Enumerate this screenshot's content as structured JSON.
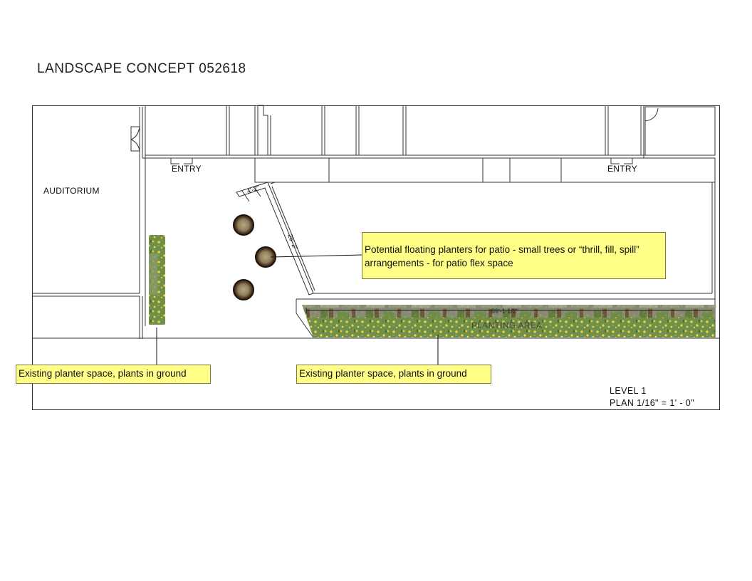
{
  "title": "LANDSCAPE CONCEPT 052618",
  "labels": {
    "auditorium": "AUDITORIUM",
    "entry_left": "ENTRY",
    "entry_right": "ENTRY",
    "planting_area": "PLANTING AREA",
    "dim_short": "4'-2\"",
    "dim_diag": "25'-2\"",
    "dim_long": "89'-1 1/2\""
  },
  "notes": {
    "floating_planters": "Potential floating planters for patio - small trees or “thrill, fill, spill” arrangements - for patio flex space",
    "existing_left": "Existing planter space, plants in ground",
    "existing_right": "Existing planter space, plants in ground"
  },
  "sheet": {
    "level": "LEVEL 1",
    "scale": "PLAN 1/16\" = 1' - 0\""
  },
  "colors": {
    "note_fill": "#ffff88",
    "planting_green": "#6f8f4a",
    "flower_yellow": "#e8d23a",
    "planter_dark": "#3a2a1a"
  }
}
